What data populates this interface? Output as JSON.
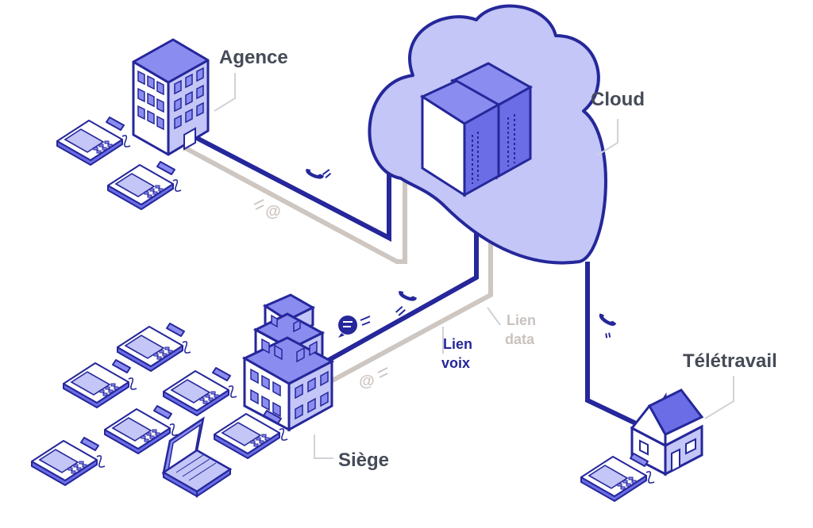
{
  "labels": {
    "agence": "Agence",
    "cloud": "Cloud",
    "siege": "Siège",
    "teletravail": "Télétravail",
    "lien_voix_1": "Lien",
    "lien_voix_2": "voix",
    "lien_data_1": "Lien",
    "lien_data_2": "data",
    "at_symbol": "@"
  },
  "colors": {
    "voice_line": "#25279a",
    "data_line": "#cdc6c1",
    "cloud_fill": "#c3c6f6",
    "building_fill": "#8a8cf0",
    "outline": "#25279a"
  },
  "icons": [
    "phone-icon",
    "chat-bubble-icon",
    "at-icon",
    "server-icon",
    "building-icon",
    "house-icon",
    "desk-phone-icon",
    "laptop-icon"
  ]
}
